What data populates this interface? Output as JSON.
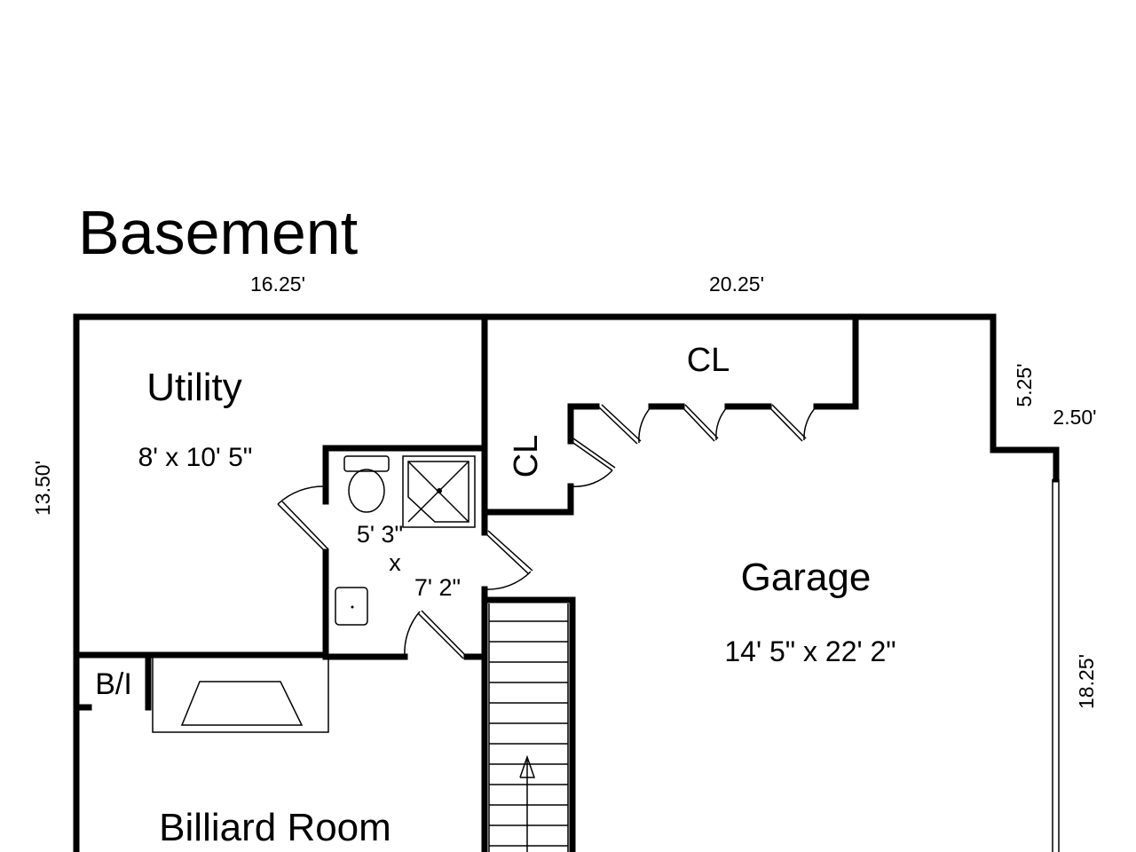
{
  "title": "Basement",
  "dimensions": {
    "top_left": "16.25'",
    "top_right": "20.25'",
    "left": "13.50'",
    "right_notch_vertical": "5.25'",
    "right_notch_horizontal": "2.50'",
    "right": "18.25'"
  },
  "rooms": {
    "utility": {
      "name": "Utility",
      "size": "8' x 10' 5\""
    },
    "bath": {
      "size_line1": "5' 3\"",
      "size_line2": "x",
      "size_line3": "7' 2\""
    },
    "garage": {
      "name": "Garage",
      "size": "14' 5\" x 22' 2\""
    },
    "billiard": {
      "name": "Billiard Room"
    },
    "closet_top": {
      "name": "CL"
    },
    "closet_side": {
      "name": "CL"
    },
    "built_in": {
      "name": "B/I"
    }
  }
}
